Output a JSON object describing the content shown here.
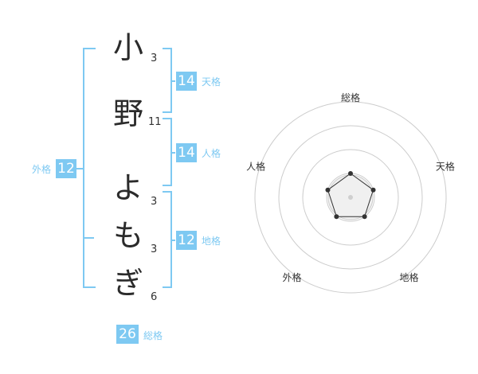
{
  "name": {
    "characters": [
      {
        "char": "小",
        "strokes": "3"
      },
      {
        "char": "野",
        "strokes": "11"
      },
      {
        "char": "よ",
        "strokes": "3"
      },
      {
        "char": "も",
        "strokes": "3"
      },
      {
        "char": "ぎ",
        "strokes": "6"
      }
    ]
  },
  "fortunes": {
    "tenkaku": {
      "value": "14",
      "label": "天格"
    },
    "jinkaku": {
      "value": "14",
      "label": "人格"
    },
    "chikaku": {
      "value": "12",
      "label": "地格"
    },
    "gaikaku": {
      "value": "12",
      "label": "外格"
    },
    "soukaku": {
      "value": "26",
      "label": "総格"
    }
  },
  "chart_data": {
    "type": "radar",
    "axes": [
      "総格",
      "天格",
      "地格",
      "外格",
      "人格"
    ],
    "values": [
      1,
      1,
      1,
      1,
      1
    ],
    "rings": 4,
    "max": 4,
    "colors": {
      "line": "#333333",
      "ring": "#cccccc",
      "center": "#cfcfcf"
    }
  },
  "colors": {
    "accent": "#7ec9f2",
    "text": "#2b2b2b"
  }
}
